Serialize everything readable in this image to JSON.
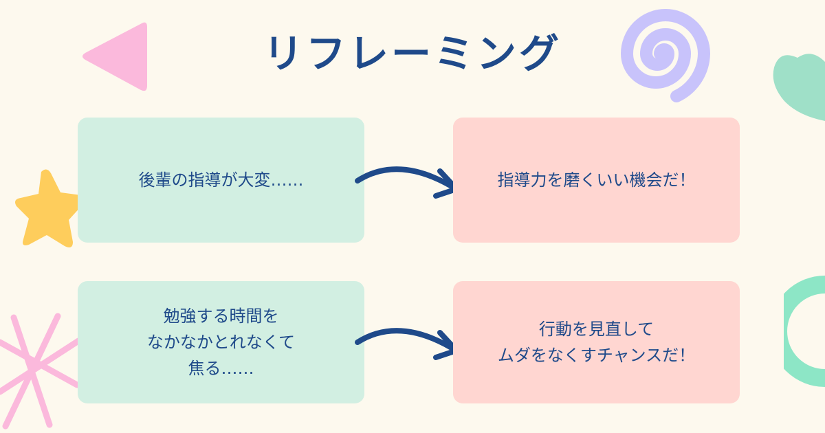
{
  "title": "リフレーミング",
  "rows": [
    {
      "before": "後輩の指導が大変……",
      "after": "指導力を磨くいい機会だ！"
    },
    {
      "before": "勉強する時間を\nなかなかとれなくて\n焦る……",
      "after": "行動を見直して\nムダをなくすチャンスだ！"
    }
  ],
  "colors": {
    "background": "#fdf9ee",
    "text": "#1f4a8a",
    "before_box": "#d2efe2",
    "after_box": "#ffd6d1"
  },
  "decorations": [
    "triangle-shape",
    "spiral-shape",
    "heart-shape",
    "star-shape",
    "asterisk-shape",
    "ring-shape"
  ]
}
